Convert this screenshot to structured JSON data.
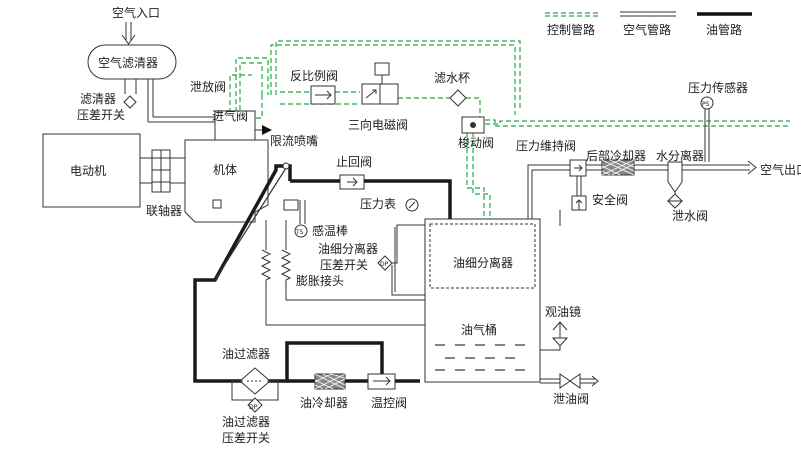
{
  "legend": {
    "control": "控制管路",
    "air": "空气管路",
    "oil": "油管路"
  },
  "labels": {
    "air_inlet": "空气入口",
    "air_filter": "空气滤清器",
    "filter_dp_switch_1": "滤清器",
    "filter_dp_switch_2": "压差开关",
    "blowdown_valve": "泄放阀",
    "proportional_valve": "反比例阀",
    "solenoid_valve": "三向电磁阀",
    "water_cup": "滤水杯",
    "shuttle_valve": "梭动阀",
    "pressure_sensor": "压力传感器",
    "ps_symbol": "PS",
    "intake_valve": "进气阀",
    "restrictor": "限流喷嘴",
    "motor": "电动机",
    "coupling": "联轴器",
    "machine": "机体",
    "check_valve": "止回阀",
    "pressure_gauge": "压力表",
    "min_pressure_valve": "压力维持阀",
    "aftercooler": "后部冷却器",
    "water_separator": "水分离器",
    "air_outlet": "空气出口",
    "drain_valve_water": "泄水阀",
    "safety_valve": "安全阀",
    "temp_sensor": "感温棒",
    "ts_symbol": "TS",
    "sep_dp_switch_1": "油细分离器",
    "sep_dp_switch_2": "压差开关",
    "dp_symbol": "DP",
    "oil_separator": "油细分离器",
    "expansion_joint": "膨胀接头",
    "sight_glass": "观油镜",
    "oil_gas_tank": "油气桶",
    "oil_filter": "油过滤器",
    "oil_cooler": "油冷却器",
    "thermo_valve": "温控阀",
    "oil_drain_valve": "泄油阀",
    "oil_filter_dp_1": "油过滤器",
    "oil_filter_dp_2": "压差开关"
  }
}
